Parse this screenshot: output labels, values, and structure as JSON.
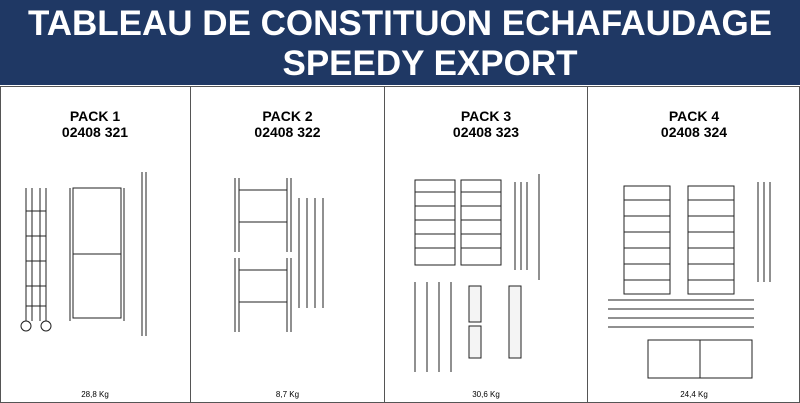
{
  "header": {
    "title_line1": "TABLEAU DE CONSTITUON ECHAFAUDAGE",
    "title_line2": "SPEEDY EXPORT",
    "background": "#1f3864"
  },
  "packs": [
    {
      "name": "PACK 1",
      "ref": "02408 321",
      "weight": "28,8 Kg"
    },
    {
      "name": "PACK 2",
      "ref": "02408 322",
      "weight": "8,7 Kg"
    },
    {
      "name": "PACK 3",
      "ref": "02408 323",
      "weight": "30,6 Kg"
    },
    {
      "name": "PACK 4",
      "ref": "02408 324",
      "weight": "24,4 Kg"
    }
  ]
}
